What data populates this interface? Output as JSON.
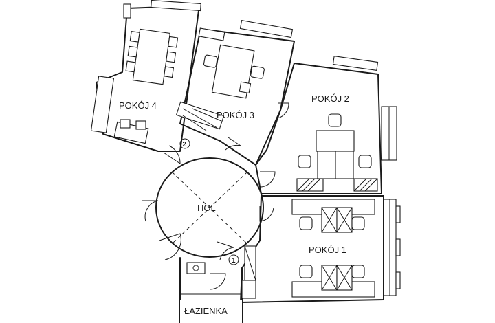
{
  "rooms": {
    "room_4": "POKÓJ 4",
    "room_3": "POKÓJ 3",
    "room_2": "POKÓJ 2",
    "room_1": "POKÓJ 1",
    "hall": "HOL",
    "bathroom": "ŁAZIENKA"
  },
  "markers": {
    "marker_1": "1",
    "marker_2": "2"
  }
}
